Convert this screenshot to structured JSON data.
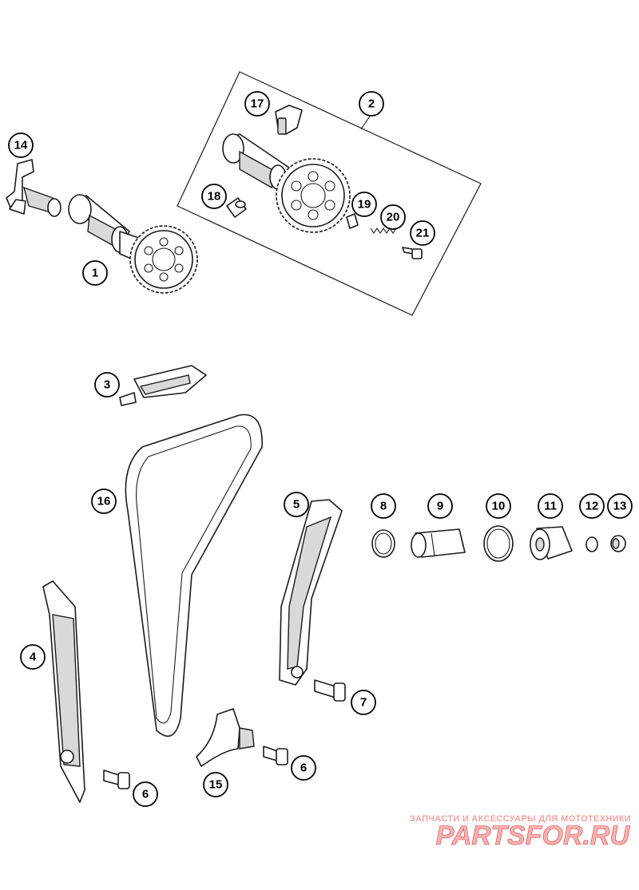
{
  "callouts": {
    "p1": "1",
    "p2": "2",
    "p3": "3",
    "p4": "4",
    "p5": "5",
    "p6a": "6",
    "p6b": "6",
    "p7": "7",
    "p8": "8",
    "p9": "9",
    "p10": "10",
    "p11": "11",
    "p12": "12",
    "p13": "13",
    "p14": "14",
    "p15": "15",
    "p16": "16",
    "p17": "17",
    "p18": "18",
    "p19": "19",
    "p20": "20",
    "p21": "21"
  },
  "watermark": {
    "tagline": "ЗАПЧАСТИ И АКСЕССУАРЫ ДЛЯ МОТОТЕХНИКИ",
    "logo": "PARTSFOR.RU",
    "color": "#e23b3b"
  }
}
